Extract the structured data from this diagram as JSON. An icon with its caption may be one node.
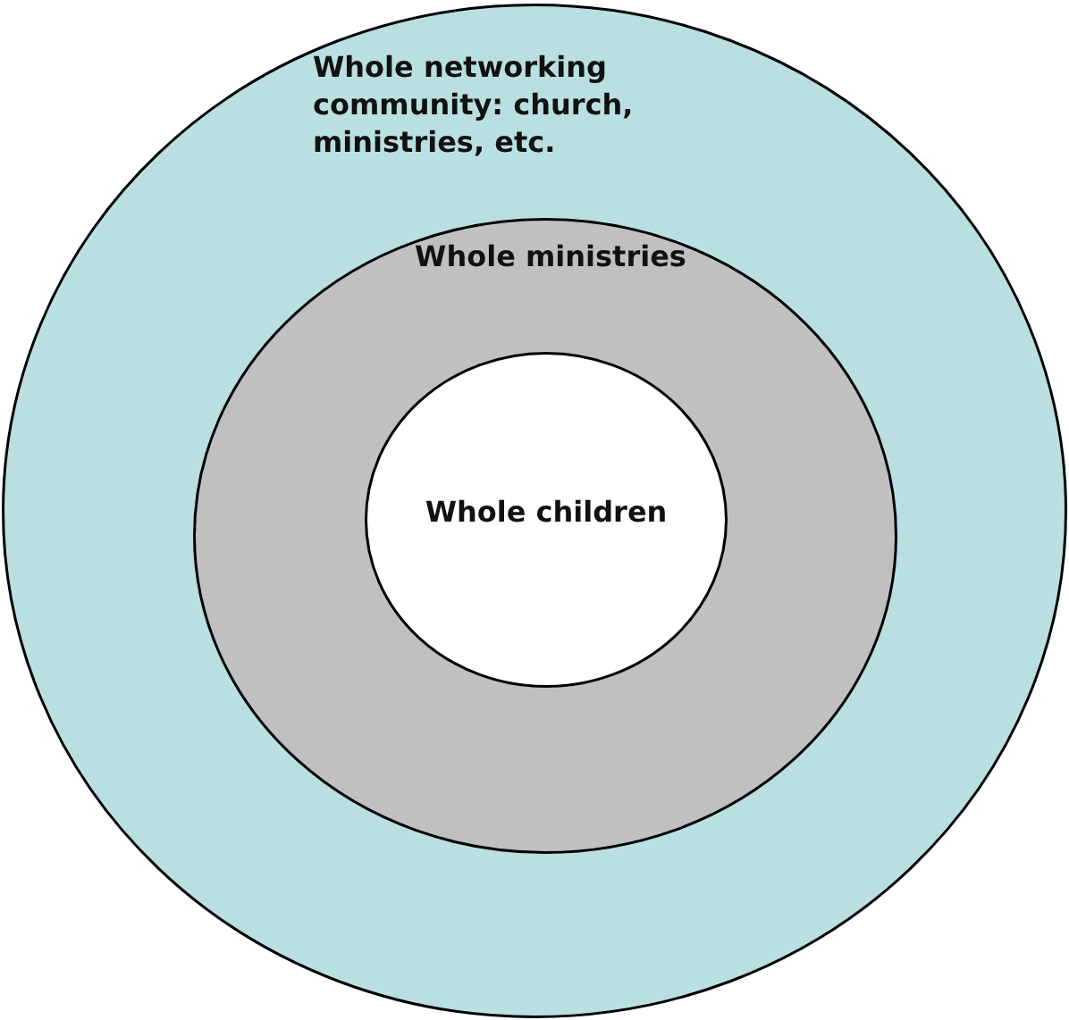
{
  "diagram": {
    "nodes": [
      {
        "text": [
          "Whole networking community: church, ministries, etc."
        ]
      },
      {
        "text": [
          "Whole ministries"
        ],
        "in": 0
      },
      {
        "text": [
          "Whole children"
        ],
        "in": 1
      }
    ]
  }
}
